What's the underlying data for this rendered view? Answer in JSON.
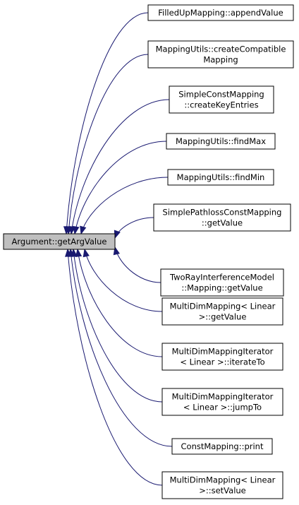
{
  "graph": {
    "root": {
      "lines": [
        "Argument::getArgValue"
      ]
    },
    "callers": [
      {
        "lines": [
          "FilledUpMapping::appendValue"
        ]
      },
      {
        "lines": [
          "MappingUtils::createCompatible",
          "Mapping"
        ]
      },
      {
        "lines": [
          "SimpleConstMapping",
          "::createKeyEntries"
        ]
      },
      {
        "lines": [
          "MappingUtils::findMax"
        ]
      },
      {
        "lines": [
          "MappingUtils::findMin"
        ]
      },
      {
        "lines": [
          "SimplePathlossConstMapping",
          "::getValue"
        ]
      },
      {
        "lines": [
          "TwoRayInterferenceModel",
          "::Mapping::getValue"
        ]
      },
      {
        "lines": [
          "MultiDimMapping< Linear",
          ">::getValue"
        ]
      },
      {
        "lines": [
          "MultiDimMappingIterator",
          "< Linear >::iterateTo"
        ]
      },
      {
        "lines": [
          "MultiDimMappingIterator",
          "< Linear >::jumpTo"
        ]
      },
      {
        "lines": [
          "ConstMapping::print"
        ]
      },
      {
        "lines": [
          "MultiDimMapping< Linear",
          ">::setValue"
        ]
      }
    ],
    "colors": {
      "edge": "#191970",
      "root_fill": "#bfbfbf",
      "node_fill": "#ffffff",
      "border": "#000000"
    }
  }
}
